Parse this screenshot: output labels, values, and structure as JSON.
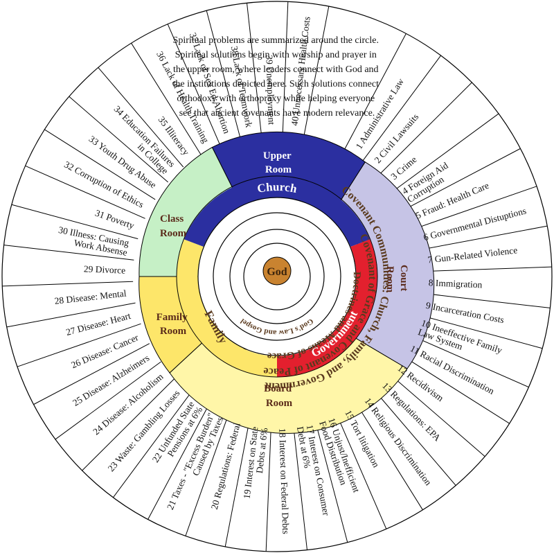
{
  "intro": {
    "lines": [
      "Spiritual problems are summarized around the circle.",
      "Spiritual solutions begin with worship and prayer in",
      "the upper room, where leaders connect with God and",
      "the institutions depicted here. Such solutions connect",
      "orthodoxy with orthopraxy while helping everyone",
      "see that ancient covenants have modern relevance."
    ]
  },
  "problems": [
    {
      "lines": [
        "1 Administrative Law"
      ]
    },
    {
      "lines": [
        "2 Civil Lawsuits"
      ]
    },
    {
      "lines": [
        "3 Crime"
      ]
    },
    {
      "lines": [
        "4 Foreign Aid",
        "Corruption"
      ]
    },
    {
      "lines": [
        "5 Fraud: Health Care"
      ]
    },
    {
      "lines": [
        "6 Governmental Distuptions"
      ]
    },
    {
      "lines": [
        "7 Gun-Related Violence"
      ]
    },
    {
      "lines": [
        "8 Immigration"
      ]
    },
    {
      "lines": [
        "9 Incarceration Costs"
      ]
    },
    {
      "lines": [
        "10 Ineeffective Family",
        "Law System"
      ]
    },
    {
      "lines": [
        "11 Racial Discrimination"
      ]
    },
    {
      "lines": [
        "12 Recidivism"
      ]
    },
    {
      "lines": [
        "13 Regulations: EPA"
      ]
    },
    {
      "lines": [
        "14 Religious Discrimination"
      ]
    },
    {
      "lines": [
        "15 Tort litigation"
      ]
    },
    {
      "lines": [
        "16 Unjust/Inefficient",
        "Food Distribution"
      ]
    },
    {
      "lines": [
        "17 Interest on Consumer",
        "Debt at 6%"
      ]
    },
    {
      "lines": [
        "18 Interest on Federal Debts"
      ]
    },
    {
      "lines": [
        "19 Interest on State",
        "Debts at 6%"
      ]
    },
    {
      "lines": [
        "20 Regulations: Federal"
      ]
    },
    {
      "lines": [
        "21 Taxes - \"Excess Burden\"",
        "Caused by Taxes"
      ]
    },
    {
      "lines": [
        "22 Unfunded State",
        "Pensions at 6%"
      ]
    },
    {
      "lines": [
        "23 Waste: Gambling Losses"
      ]
    },
    {
      "lines": [
        "24 Disease: Alcoholism"
      ]
    },
    {
      "lines": [
        "25 Disease: Alzheimers"
      ]
    },
    {
      "lines": [
        "26 Disease: Cancer"
      ]
    },
    {
      "lines": [
        "27 Disease: Heart"
      ]
    },
    {
      "lines": [
        "28 Disease: Mental"
      ]
    },
    {
      "lines": [
        "29 Divorce"
      ]
    },
    {
      "lines": [
        "30 Illness: Causing",
        "Work Absense"
      ]
    },
    {
      "lines": [
        "31 Poverty"
      ]
    },
    {
      "lines": [
        "32 Corruption of Ethics"
      ]
    },
    {
      "lines": [
        "33 Youth Drug Abuse"
      ]
    },
    {
      "lines": [
        "34 Education Failures",
        "in College"
      ]
    },
    {
      "lines": [
        "35 Illiteracy"
      ]
    },
    {
      "lines": [
        "36 Lack of Health Training"
      ]
    },
    {
      "lines": [
        "37 Lack of Sex Ed:Abortion"
      ]
    },
    {
      "lines": [
        "38 Lack of Teamwork"
      ]
    },
    {
      "lines": [
        "39 Unemployment"
      ]
    },
    {
      "lines": [
        "40 Unnecessary Health Costs"
      ]
    }
  ],
  "rooms": {
    "upper": [
      "Upper",
      "Room"
    ],
    "court": [
      "Court",
      "Room"
    ],
    "board": [
      "Board",
      "Room"
    ],
    "family": [
      "Family",
      "Room"
    ],
    "classroom": [
      "Class",
      "Room"
    ]
  },
  "institutions": {
    "church": "Church",
    "government": "Government",
    "family": "Family"
  },
  "rings": {
    "outer": "Covenant Communities: Church, Family, and Government",
    "second": "Covenant of Grace and Covenant of Peace",
    "third": "Doctrines and Means of Grace",
    "inner": "God's Law and Gospel",
    "center": "God"
  },
  "colors": {
    "upper_room": "#2b2fa0",
    "court_room": "#c6c4e6",
    "board_room": "#fff6a8",
    "family_room": "#fde66a",
    "class_room": "#c6f0c6",
    "government": "#e3202e",
    "ring_text": "#5a3a1e",
    "god": "#c98330"
  }
}
